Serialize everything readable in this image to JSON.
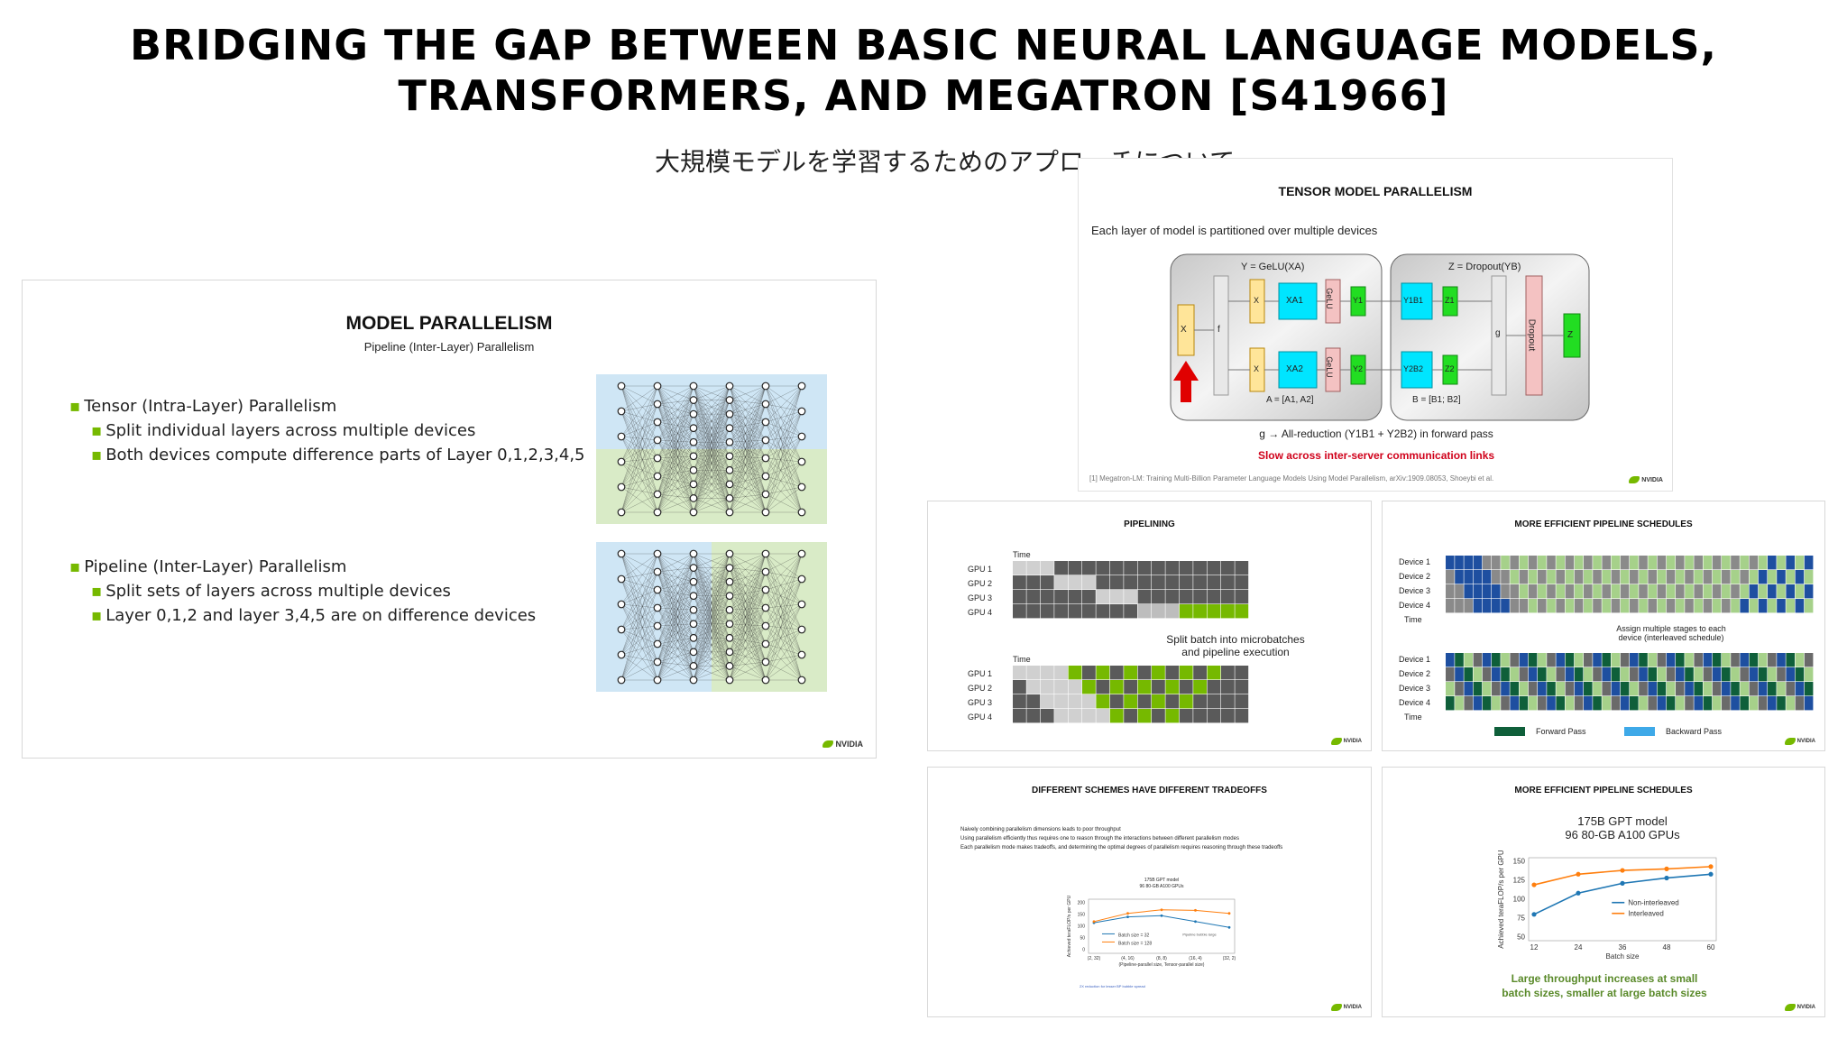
{
  "header": {
    "title_line1": "BRIDGING THE GAP BETWEEN BASIC NEURAL LANGUAGE MODELS,",
    "title_line2": "TRANSFORMERS, AND MEGATRON [S41966]",
    "subtitle": "大規模モデルを学習するためのアプローチについて"
  },
  "slide_model_parallelism": {
    "title": "MODEL PARALLELISM",
    "subtitle": "Pipeline (Inter-Layer) Parallelism",
    "tensor_heading": "Tensor (Intra-Layer) Parallelism",
    "tensor_point1": "Split individual layers across multiple devices",
    "tensor_point2": "Both devices compute difference parts of Layer 0,1,2,3,4,5",
    "pipeline_heading": "Pipeline (Inter-Layer) Parallelism",
    "pipeline_point1": "Split sets of layers across multiple devices",
    "pipeline_point2": "Layer 0,1,2 and layer 3,4,5 are on difference devices",
    "logo": "NVIDIA"
  },
  "slide_tensor": {
    "title": "TENSOR MODEL PARALLELISM",
    "intro": "Each layer of model is partitioned over multiple devices",
    "eq_left": "Y = GeLU(XA)",
    "eq_right": "Z = Dropout(YB)",
    "a_def": "A = [A1, A2]",
    "b_def": "B = [B1; B2]",
    "allreduce": "g → All-reduction (Y1B1 + Y2B2) in forward pass",
    "warning": "Slow across inter-server communication links",
    "citation": "[1] Megatron-LM: Training Multi-Billion Parameter Language Models Using Model Parallelism, arXiv:1909.08053, Shoeybi et al.",
    "labels": {
      "x": "X",
      "f": "f",
      "g": "g",
      "xa1": "XA1",
      "xa2": "XA2",
      "gelu": "GeLU",
      "y1": "Y1",
      "y2": "Y2",
      "y1b1": "Y1B1",
      "y2b2": "Y2B2",
      "z1": "Z1",
      "z2": "Z2",
      "dropout": "Dropout",
      "z": "Z"
    },
    "logo": "NVIDIA"
  },
  "slide_pipelining": {
    "title": "PIPELINING",
    "time": "Time",
    "gpus": [
      "GPU 1",
      "GPU 2",
      "GPU 3",
      "GPU 4"
    ],
    "caption_line1": "Split batch into microbatches",
    "caption_line2": "and pipeline execution",
    "logo": "NVIDIA"
  },
  "slide_schedules": {
    "title": "MORE EFFICIENT PIPELINE SCHEDULES",
    "devices": [
      "Device 1",
      "Device 2",
      "Device 3",
      "Device 4"
    ],
    "time": "Time",
    "caption_line1": "Assign multiple stages to each",
    "caption_line2": "device (interleaved schedule)",
    "legend_forward": "Forward Pass",
    "legend_backward": "Backward Pass",
    "colors": {
      "forward": "#0f5f3a",
      "backward": "#3ea9e8",
      "light_green": "#a6d18a",
      "blue": "#1e4fa0"
    },
    "logo": "NVIDIA"
  },
  "slide_tradeoffs": {
    "title": "DIFFERENT SCHEMES HAVE DIFFERENT TRADEOFFS",
    "bullet1": "Naively combining parallelism dimensions leads to poor throughput",
    "bullet2": "Using parallelism efficiently thus requires one to reason through the interactions between different parallelism modes",
    "bullet3": "Each parallelism mode makes tradeoffs, and determining the optimal degrees of parallelism requires reasoning through these tradeoffs",
    "footer_note": "2X reduction for lesser BP bubble spread",
    "logo": "NVIDIA"
  },
  "slide_interleaved": {
    "title": "MORE EFFICIENT PIPELINE SCHEDULES",
    "caption_line1": "Large throughput increases at small",
    "caption_line2": "batch sizes, smaller at large batch sizes",
    "logo": "NVIDIA"
  },
  "chart_data": [
    {
      "type": "line",
      "title": "175B GPT model\n96 80-GB A100 GPUs",
      "xlabel": "(Pipeline-parallel size, Tensor-parallel size)",
      "ylabel": "Achieved teraFLOP/s per GPU",
      "categories": [
        "(2, 32)",
        "(4, 16)",
        "(8, 8)",
        "(16, 4)",
        "(32, 2)"
      ],
      "ylim": [
        0,
        200
      ],
      "yticks": [
        0,
        50,
        100,
        150,
        200
      ],
      "series": [
        {
          "name": "Batch size = 32",
          "color": "#1f77b4",
          "values": [
            115,
            140,
            145,
            120,
            95
          ]
        },
        {
          "name": "Batch size = 128",
          "color": "#ff7f0e",
          "values": [
            120,
            155,
            170,
            168,
            155
          ]
        }
      ],
      "annotation": "Pipeline bubble large"
    },
    {
      "type": "line",
      "title": "175B GPT model\n96 80-GB A100 GPUs",
      "xlabel": "Batch size",
      "ylabel": "Achieved teraFLOP/s per GPU",
      "x": [
        12,
        24,
        36,
        48,
        60
      ],
      "ylim": [
        50,
        150
      ],
      "yticks": [
        50,
        75,
        100,
        125,
        150
      ],
      "series": [
        {
          "name": "Non-interleaved",
          "color": "#1f77b4",
          "values": [
            80,
            108,
            121,
            128,
            133
          ]
        },
        {
          "name": "Interleaved",
          "color": "#ff7f0e",
          "values": [
            119,
            133,
            138,
            140,
            143
          ]
        }
      ],
      "legend": "lower-right"
    }
  ]
}
